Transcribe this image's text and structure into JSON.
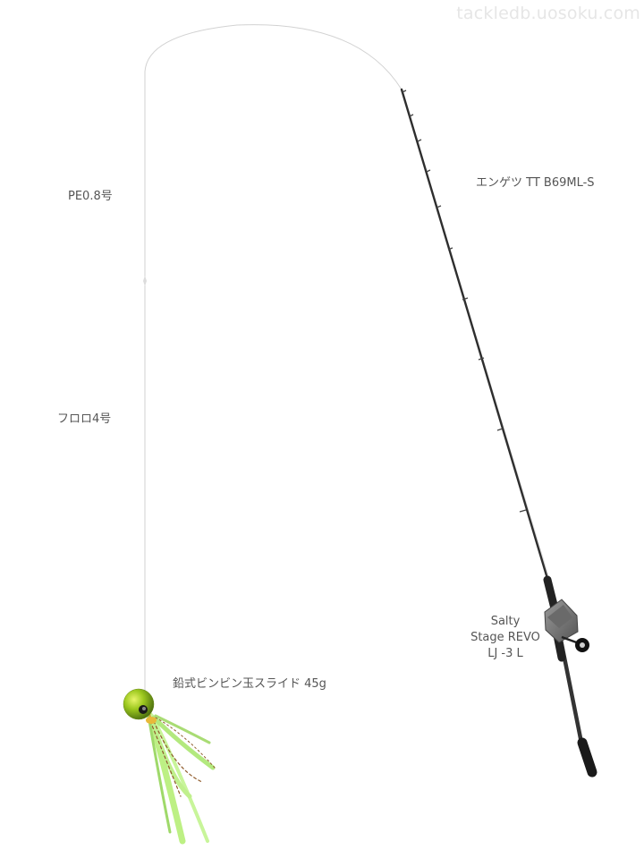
{
  "watermark": "tackledb.uosoku.com",
  "labels": {
    "main_line": "PE0.8号",
    "leader": "フロロ4号",
    "rod": "エンゲツ TT B69ML-S",
    "reel": [
      "Salty",
      "Stage REVO",
      "LJ -3 L"
    ],
    "lure": "鉛式ビンビン玉スライド 45g"
  },
  "colors": {
    "line": "#cfcfcf",
    "rod_blank": "#2b2b2b",
    "reel_body": "#7a7a7a",
    "lure_head": "#9cc81e",
    "skirt": "#b8f07a",
    "text": "#555555"
  },
  "icons": {
    "rod": "rod-icon",
    "reel": "reel-icon",
    "lure": "lure-icon"
  }
}
